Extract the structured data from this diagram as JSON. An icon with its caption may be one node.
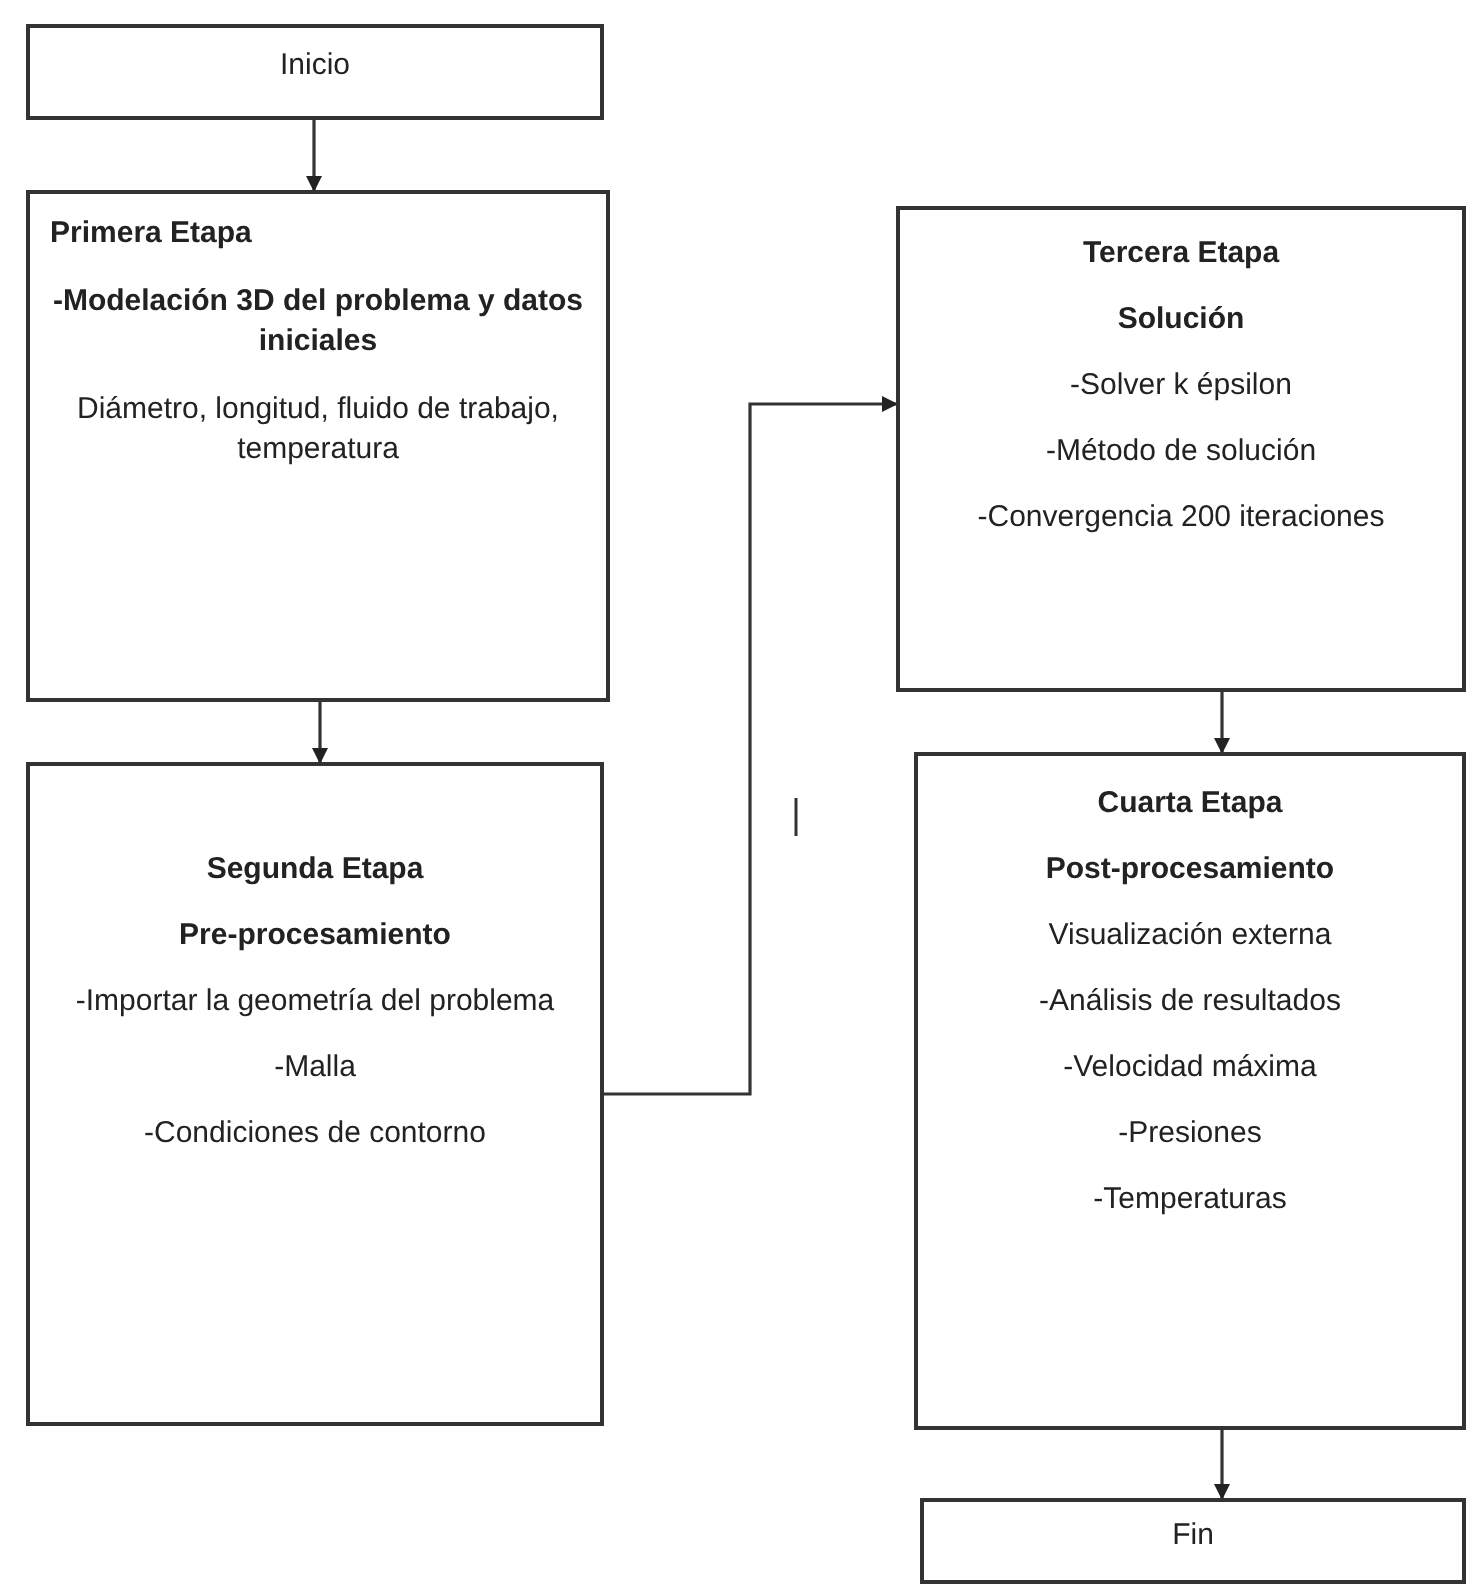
{
  "diagram": {
    "nodes": [
      {
        "text": [
          "Inicio"
        ]
      },
      {
        "text": [
          "Primera Etapa",
          "-Modelación 3D del problema y datos iniciales",
          "Diámetro, longitud, fluido de trabajo, temperatura"
        ]
      },
      {
        "text": [
          "Segunda Etapa",
          "Pre-procesamiento",
          "-Importar la geometría del problema",
          "-Malla",
          "-Condiciones de contorno"
        ]
      },
      {
        "text": [
          "Tercera Etapa",
          "Solución",
          "-Solver  k épsilon",
          "-Método de solución",
          "-Convergencia 200 iteraciones"
        ]
      },
      {
        "text": [
          "Cuarta Etapa",
          "Post-procesamiento",
          "Visualización externa",
          "-Análisis de resultados",
          "-Velocidad máxima",
          "-Presiones",
          "-Temperaturas"
        ]
      },
      {
        "text": [
          "Fin"
        ]
      }
    ],
    "edges": [
      {
        "from": 0,
        "to": 1,
        "arrow": "to"
      },
      {
        "from": 1,
        "to": 2,
        "arrow": "to"
      },
      {
        "from": 2,
        "to": 3,
        "arrow": "to"
      },
      {
        "from": 3,
        "to": 4,
        "arrow": "to"
      },
      {
        "from": 4,
        "to": 5,
        "arrow": "to"
      }
    ]
  }
}
